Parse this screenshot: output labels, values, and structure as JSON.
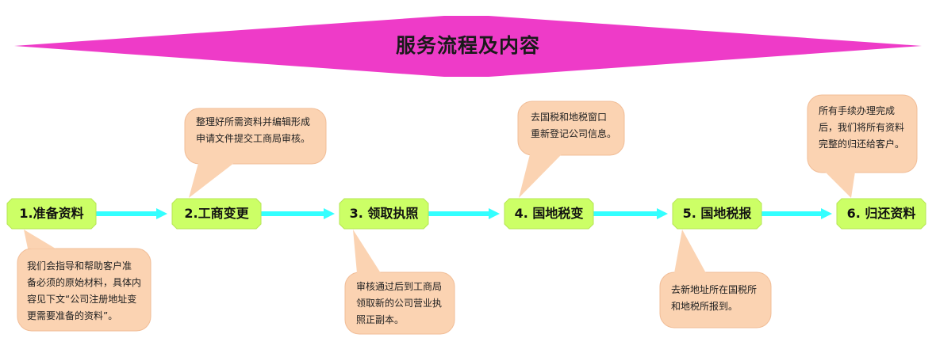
{
  "title": "服务流程及内容",
  "steps": [
    {
      "label": "1.准备资料"
    },
    {
      "label": "2.工商变更"
    },
    {
      "label": "3. 领取执照"
    },
    {
      "label": "4. 国地税变"
    },
    {
      "label": "5. 国地税报"
    },
    {
      "label": "6. 归还资料"
    }
  ],
  "notes": [
    {
      "lines": [
        "我们会指导和帮助客户准",
        "备必须的原始材料，具体内",
        "容见下文“公司注册地址变",
        "更需要准备的资料”。"
      ]
    },
    {
      "lines": [
        "整理好所需资料并编辑形成",
        "申请文件提交工商局审核。"
      ]
    },
    {
      "lines": [
        "审核通过后到工商局",
        "领取新的公司营业执",
        "照正副本。"
      ]
    },
    {
      "lines": [
        "去国税和地税窗口",
        "重新登记公司信息。"
      ]
    },
    {
      "lines": [
        "去新地址所在国税所",
        "和地税所报到。"
      ]
    },
    {
      "lines": [
        "所有手续办理完成",
        "后，我们将所有资料",
        "完整的归还给客户。"
      ]
    }
  ],
  "colors": {
    "banner": "#ee3bc8",
    "step_fill": "#ccff66",
    "step_stroke": "#b6e655",
    "note_fill": "#fbd3b2",
    "note_stroke": "#f1bd97",
    "arrow": "#33ffff"
  }
}
